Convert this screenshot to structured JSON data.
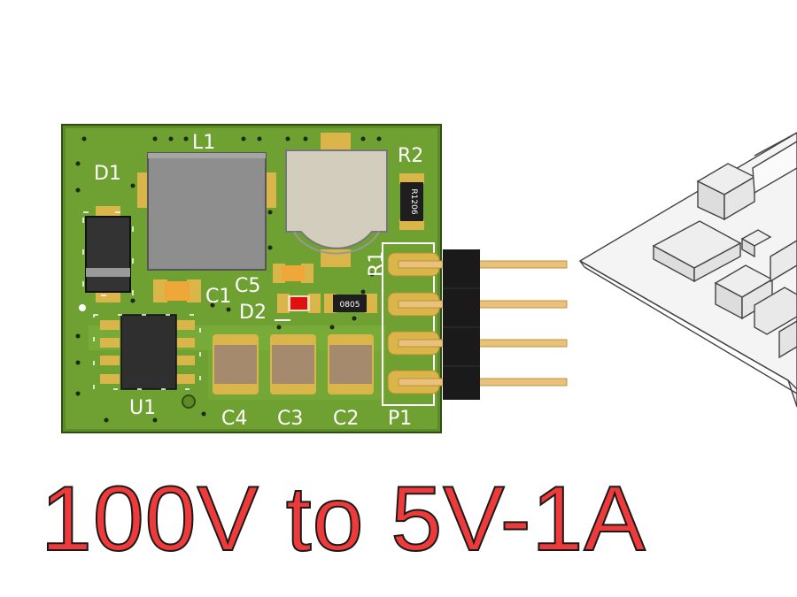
{
  "board": {
    "labels": {
      "L1": "L1",
      "D1": "D1",
      "R2": "R2",
      "R1": "R1",
      "C1": "C1",
      "C5": "C5",
      "D2": "D2",
      "U1": "U1",
      "C4": "C4",
      "C3": "C3",
      "C2": "C2",
      "P1": "P1"
    },
    "r2_marking": "R1206",
    "r1_marking": "0805"
  },
  "title": "100V to 5V-1A",
  "colors": {
    "pcb_green": "#6fa032",
    "pad": "#d9b54a",
    "title_red": "#ee3a3a"
  }
}
